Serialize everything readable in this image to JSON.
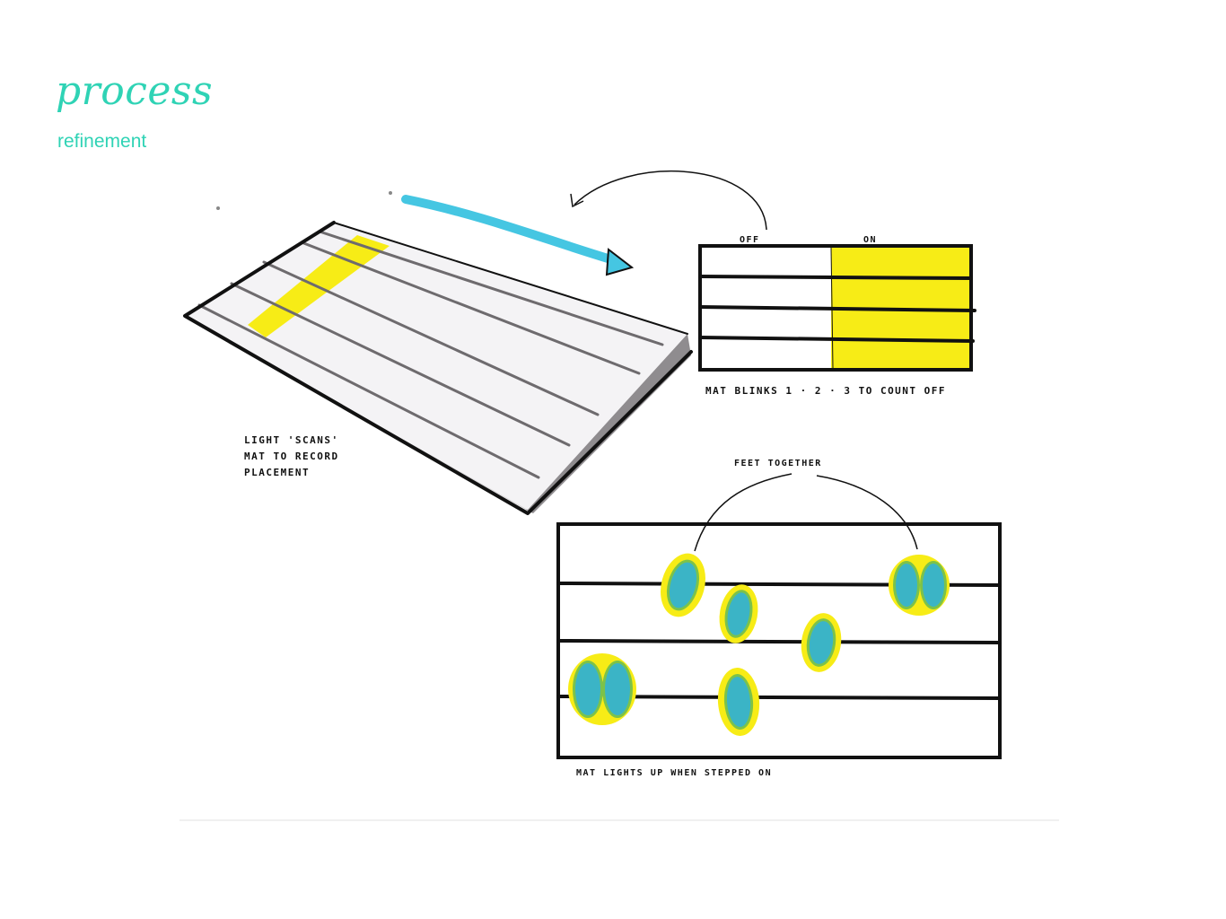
{
  "header": {
    "title": "process",
    "subtitle": "refinement"
  },
  "colors": {
    "accent": "#2fd3b5",
    "ink": "#111111",
    "highlight_yellow": "#f7ec16",
    "foot_cyan": "#3bb4c6",
    "foot_outline_green": "#7cc24a",
    "arrow_cyan": "#45c6e2"
  },
  "diagram": {
    "scan_mat": {
      "caption_lines": [
        "LIGHT 'SCANS'",
        "MAT TO RECORD",
        "PLACEMENT"
      ]
    },
    "count_mat": {
      "label_off": "OFF",
      "label_on": "ON",
      "caption": "MAT BLINKS 1 · 2 · 3 TO COUNT OFF"
    },
    "step_mat": {
      "label_feet": "FEET TOGETHER",
      "caption": "MAT LIGHTS UP WHEN STEPPED ON"
    }
  }
}
